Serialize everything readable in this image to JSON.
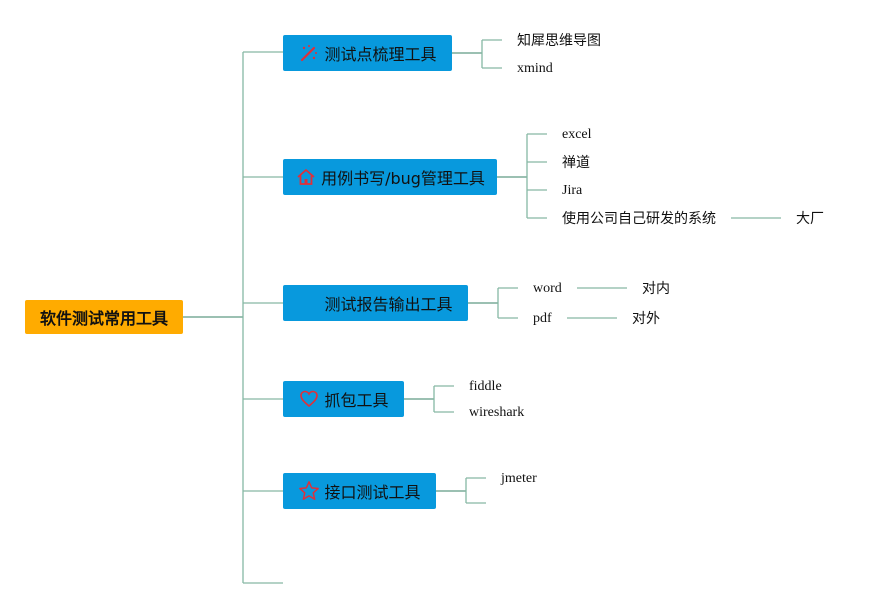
{
  "root": {
    "label": "软件测试常用工具"
  },
  "branches": [
    {
      "label": "测试点梳理工具",
      "icon": "magic-wand-icon",
      "children": [
        {
          "label": "知犀思维导图"
        },
        {
          "label": "xmind"
        }
      ]
    },
    {
      "label": "用例书写/bug管理工具",
      "icon": "home-icon",
      "children": [
        {
          "label": "excel"
        },
        {
          "label": "禅道"
        },
        {
          "label": "Jira"
        },
        {
          "label": "使用公司自己研发的系统",
          "child": "大厂"
        }
      ]
    },
    {
      "label": "测试报告输出工具",
      "icon": "blank-icon",
      "children": [
        {
          "label": "word",
          "child": "对内"
        },
        {
          "label": "pdf",
          "child": "对外"
        }
      ]
    },
    {
      "label": "抓包工具",
      "icon": "heart-icon",
      "children": [
        {
          "label": "fiddle"
        },
        {
          "label": "wireshark"
        }
      ]
    },
    {
      "label": "接口测试工具",
      "icon": "star-icon",
      "children": [
        {
          "label": "jmeter"
        },
        {
          "label": ""
        }
      ]
    }
  ],
  "colors": {
    "root": "#ffab00",
    "branch": "#0899dd",
    "line": "#86b8a4",
    "icon": "#e0303a"
  }
}
